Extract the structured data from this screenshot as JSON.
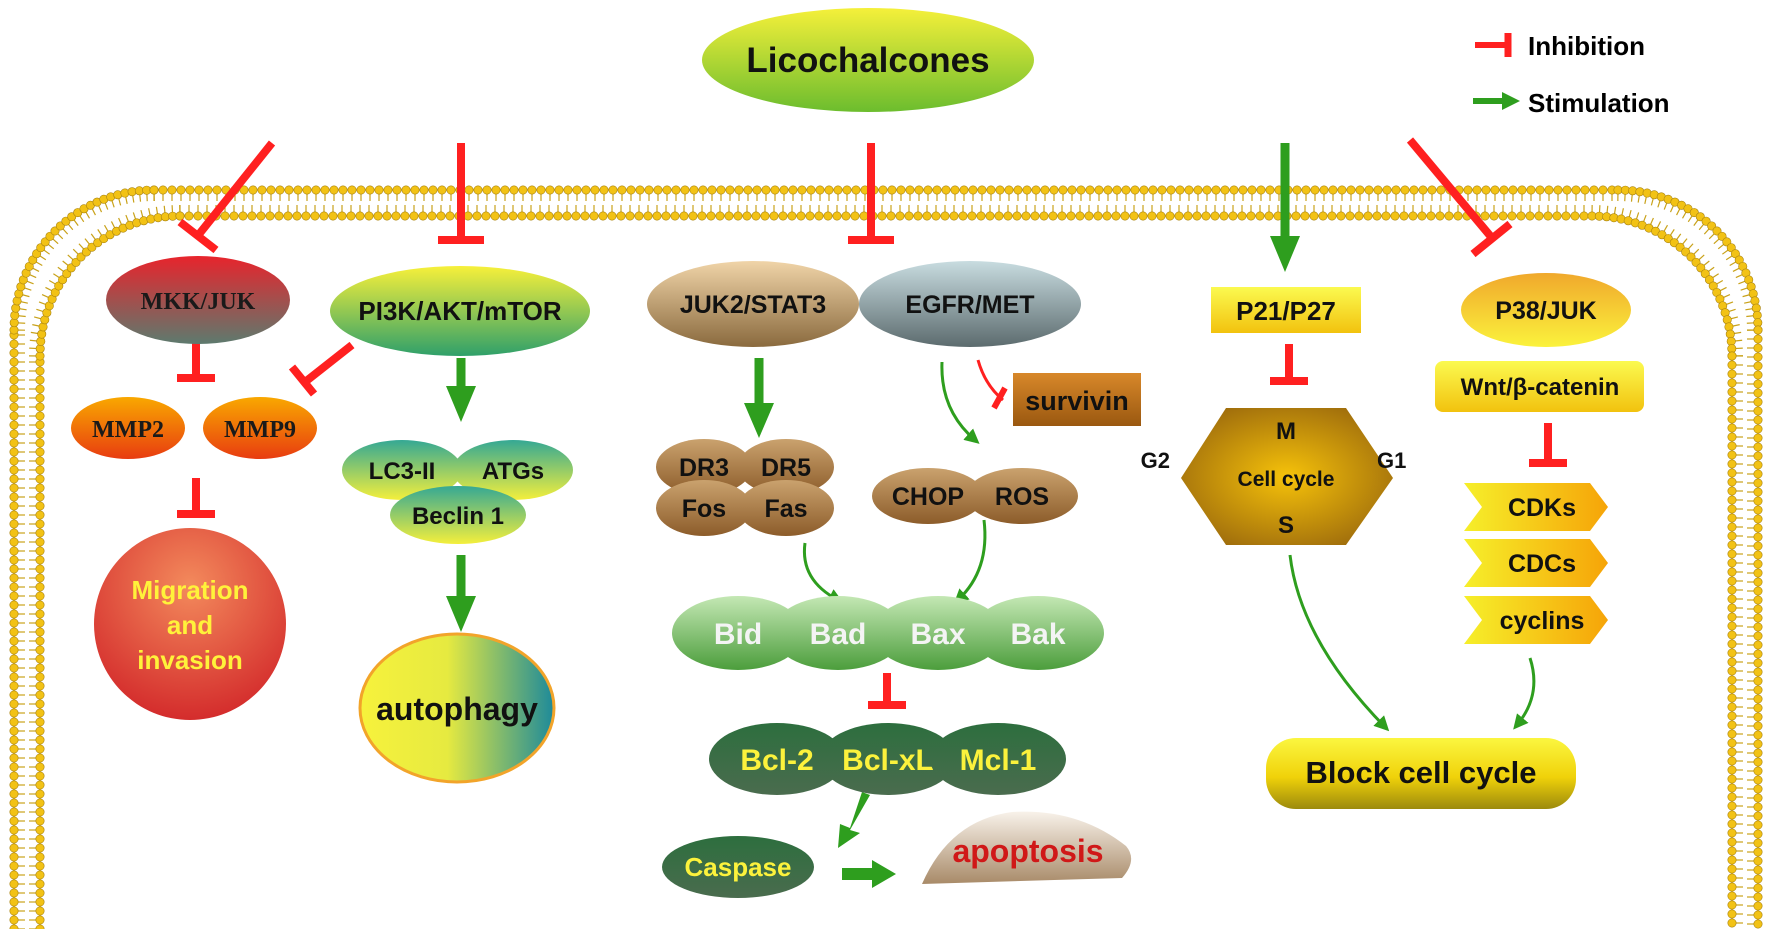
{
  "title": "Licochalcones",
  "legend": {
    "inhibition": "Inhibition",
    "stimulation": "Stimulation"
  },
  "nodes": {
    "mkk_juk": "MKK/JUK",
    "mmp2": "MMP2",
    "mmp9": "MMP9",
    "migration": [
      "Migration",
      "and",
      "invasion"
    ],
    "pi3k": "PI3K/AKT/mTOR",
    "lc3": "LC3-II",
    "atgs": "ATGs",
    "beclin": "Beclin 1",
    "autophagy": "autophagy",
    "juk2_stat3": "JUK2/STAT3",
    "egfr_met": "EGFR/MET",
    "survivin": "survivin",
    "dr3": "DR3",
    "dr5": "DR5",
    "fos": "Fos",
    "fas": "Fas",
    "chop": "CHOP",
    "ros": "ROS",
    "bid": "Bid",
    "bad": "Bad",
    "bax": "Bax",
    "bak": "Bak",
    "bcl2": "Bcl-2",
    "bclxl": "Bcl-xL",
    "mcl1": "Mcl-1",
    "caspase": "Caspase",
    "apoptosis": "apoptosis",
    "p21_p27": "P21/P27",
    "cc_m": "M",
    "cc_label": "Cell cycle",
    "cc_s": "S",
    "cc_g1": "G1",
    "cc_g2": "G2",
    "block": "Block cell cycle",
    "p38_juk": "P38/JUK",
    "wnt": "Wnt/β-catenin",
    "cdks": "CDKs",
    "cdcs": "CDCs",
    "cyclins": "cyclins"
  },
  "colors": {
    "inhibit": "#ff2020",
    "stimulate": "#2e9e1e",
    "membrane": "#c9a21a",
    "membrane_head": "#f2c215"
  }
}
